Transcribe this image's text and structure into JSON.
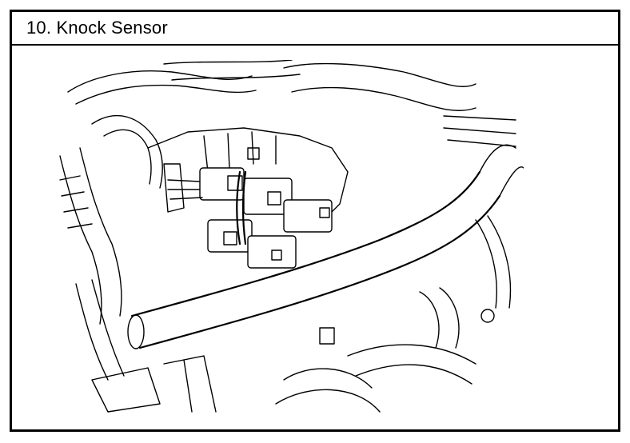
{
  "header": {
    "title": "10. Knock Sensor"
  },
  "figure": {
    "type": "line-drawing",
    "subject": "knock-sensor-engine-bay",
    "icon": "knock-sensor-illustration"
  },
  "colors": {
    "border": "#000000",
    "background": "#ffffff"
  }
}
